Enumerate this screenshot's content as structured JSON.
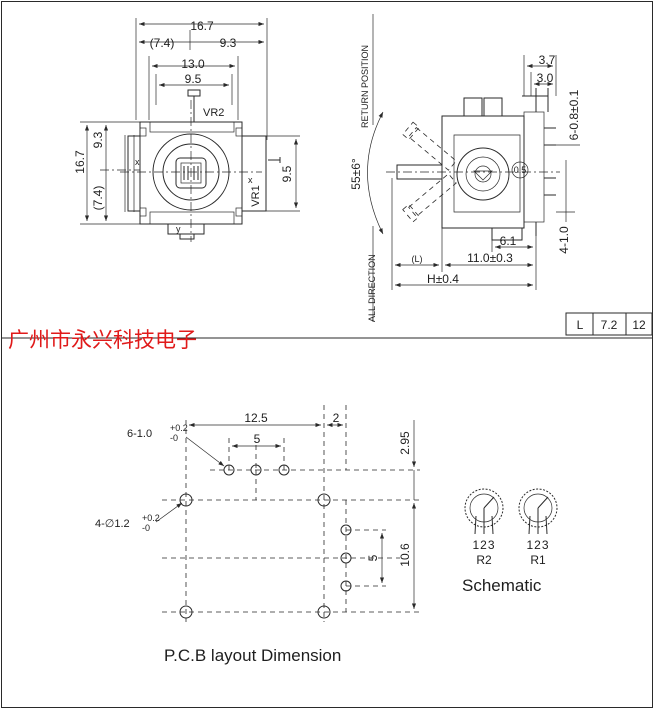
{
  "top_view": {
    "width_total": "16.7",
    "width_left": "(7.4)",
    "width_right": "9.3",
    "inner_width": "13.0",
    "pot_width": "9.5",
    "height_total": "16.7",
    "height_upper": "9.3",
    "height_lower": "(7.4)",
    "right_height": "9.5",
    "label_vr2": "VR2",
    "label_vr1": "VR1",
    "axis_x_top": "x",
    "axis_x_bottom": "x",
    "axis_y": "y"
  },
  "side_view": {
    "return_position": "RETURN  POSITION",
    "all_direction": "ALL  DIRECTION",
    "angle": "55±6°",
    "dim_3_7": "3.7",
    "dim_3_0": "3.0",
    "pins": "6-0.8±0.1",
    "dim_4_1": "4-1.0",
    "dim_6_1": "6.1",
    "dim_l": "(L)",
    "dim_11": "11.0±0.3",
    "dim_h": "H±0.4",
    "body_mark": "0.5"
  },
  "length_table": {
    "label": "L",
    "values": [
      "7.2",
      "12"
    ]
  },
  "watermark": "广州市永兴科技电子",
  "pcb": {
    "dim_12_5": "12.5",
    "dim_2": "2",
    "dim_5_top": "5",
    "dim_2_95": "2.95",
    "holes_small": "6-1.0",
    "holes_small_tol_upper": "+0.2",
    "holes_small_tol_lower": "-0",
    "holes_large": "4-∅1.2",
    "holes_large_tol_upper": "+0.2",
    "holes_large_tol_lower": "-0",
    "dim_5_right": "5",
    "dim_10_6": "10.6",
    "caption": "P.C.B layout Dimension"
  },
  "schematic": {
    "pins_1": "123",
    "pins_2": "123",
    "r2": "R2",
    "r1": "R1",
    "caption": "Schematic"
  }
}
